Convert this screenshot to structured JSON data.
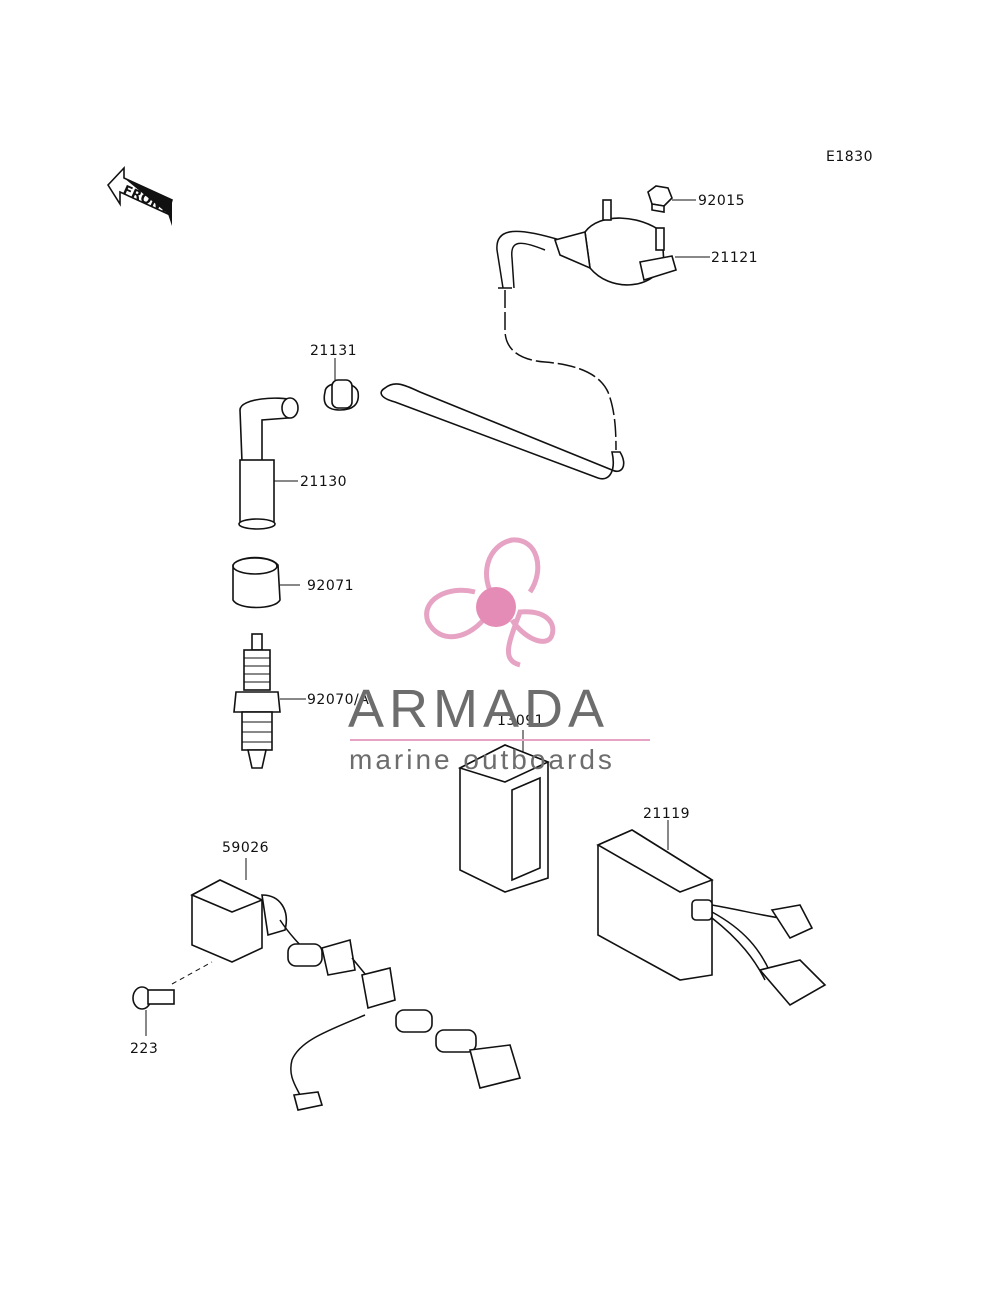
{
  "diagram": {
    "code": "E1830",
    "front_label": "FRONT",
    "parts": [
      {
        "id": "nut-92015",
        "number": "92015"
      },
      {
        "id": "coil-21121",
        "number": "21121"
      },
      {
        "id": "grommet-21131",
        "number": "21131"
      },
      {
        "id": "cap-21130",
        "number": "21130"
      },
      {
        "id": "boot-92071",
        "number": "92071"
      },
      {
        "id": "plug-92070",
        "number": "92070/A"
      },
      {
        "id": "cover-13091",
        "number": "13091"
      },
      {
        "id": "cdi-21119",
        "number": "21119"
      },
      {
        "id": "regulator-59026",
        "number": "59026"
      },
      {
        "id": "bolt-223",
        "number": "223"
      }
    ]
  },
  "watermark": {
    "brand": "ARMADA",
    "tagline": "marine outboards",
    "logo_color": "#e6a3c3",
    "logo_center_color": "#e48bb6",
    "line_color": "#e6a3c3"
  }
}
